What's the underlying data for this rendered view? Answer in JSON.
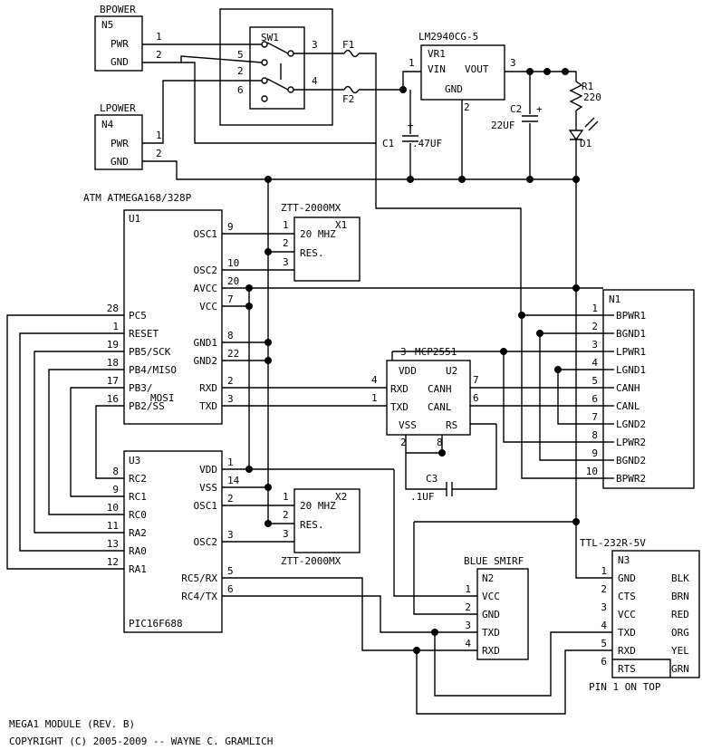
{
  "components": {
    "bpower": {
      "title": "BPOWER",
      "ref": "N5",
      "pins": [
        "PWR",
        "GND"
      ],
      "pin_numbers": [
        "1",
        "2"
      ]
    },
    "lpower": {
      "title": "LPOWER",
      "ref": "N4",
      "pins": [
        "PWR",
        "GND"
      ],
      "pin_numbers": [
        "1",
        "2"
      ]
    },
    "sw1": {
      "ref": "SW1",
      "pin_numbers": [
        "5",
        "2",
        "6",
        "3",
        "4"
      ]
    },
    "fuses": [
      "F1",
      "F2"
    ],
    "vr1": {
      "part": "LM2940CG-5",
      "ref": "VR1",
      "vin": "VIN",
      "vout": "VOUT",
      "gnd": "GND",
      "pin_vin": "1",
      "pin_vout": "3",
      "pin_gnd": "2"
    },
    "c1": {
      "ref": "C1",
      "value": ".47UF",
      "plus": "+"
    },
    "c2": {
      "ref": "C2",
      "value": "22UF",
      "plus": "+"
    },
    "r1": {
      "ref": "R1",
      "value": "220"
    },
    "d1": {
      "ref": "D1"
    },
    "u1": {
      "title": "ATM ATMEGA168/328P",
      "ref": "U1",
      "right_pins": [
        {
          "num": "9",
          "label": "OSC1"
        },
        {
          "num": "10",
          "label": "OSC2"
        },
        {
          "num": "20",
          "label": "AVCC"
        },
        {
          "num": "7",
          "label": "VCC"
        },
        {
          "num": "8",
          "label": "GND1"
        },
        {
          "num": "22",
          "label": "GND2"
        },
        {
          "num": "2",
          "label": "RXD"
        },
        {
          "num": "3",
          "label": "TXD"
        }
      ],
      "left_pins": [
        {
          "num": "28",
          "label": "PC5"
        },
        {
          "num": "1",
          "label": "RESET"
        },
        {
          "num": "19",
          "label": "PB5/SCK"
        },
        {
          "num": "18",
          "label": "PB4/MISO"
        },
        {
          "num": "17",
          "label": "PB3/"
        },
        {
          "num": "16",
          "label": "PB2/SS"
        }
      ],
      "mosi_label": "MOSI"
    },
    "x1": {
      "part": "ZTT-2000MX",
      "ref": "X1",
      "freq": "20 MHZ",
      "res": "RES.",
      "pin_numbers": [
        "1",
        "2",
        "3"
      ]
    },
    "x2": {
      "part": "ZTT-2000MX",
      "ref": "X2",
      "freq": "20 MHZ",
      "res": "RES.",
      "pin_numbers": [
        "1",
        "2",
        "3"
      ]
    },
    "u2": {
      "part": "MCP2551",
      "ref": "U2",
      "vdd": "VDD",
      "rxd": "RXD",
      "txd": "TXD",
      "vss": "VSS",
      "canh": "CANH",
      "canl": "CANL",
      "rs": "RS",
      "pin_vdd": "3",
      "pin_rxd": "4",
      "pin_txd": "1",
      "pin_vss": "2",
      "pin_rs": "8",
      "pin_canh": "7",
      "pin_canl": "6"
    },
    "c3": {
      "ref": "C3",
      "value": ".1UF"
    },
    "n1": {
      "ref": "N1",
      "pins": [
        {
          "num": "1",
          "label": "BPWR1"
        },
        {
          "num": "2",
          "label": "BGND1"
        },
        {
          "num": "3",
          "label": "LPWR1"
        },
        {
          "num": "4",
          "label": "LGND1"
        },
        {
          "num": "5",
          "label": "CANH"
        },
        {
          "num": "6",
          "label": "CANL"
        },
        {
          "num": "7",
          "label": "LGND2"
        },
        {
          "num": "8",
          "label": "LPWR2"
        },
        {
          "num": "9",
          "label": "BGND2"
        },
        {
          "num": "10",
          "label": "BPWR2"
        }
      ]
    },
    "u3": {
      "ref": "U3",
      "part": "PIC16F688",
      "right_pins": [
        {
          "num": "1",
          "label": "VDD"
        },
        {
          "num": "14",
          "label": "VSS"
        },
        {
          "num": "2",
          "label": "OSC1"
        },
        {
          "num": "3",
          "label": "OSC2"
        },
        {
          "num": "5",
          "label": "RC5/RX"
        },
        {
          "num": "6",
          "label": "RC4/TX"
        }
      ],
      "left_pins": [
        {
          "num": "8",
          "label": "RC2"
        },
        {
          "num": "9",
          "label": "RC1"
        },
        {
          "num": "10",
          "label": "RC0"
        },
        {
          "num": "11",
          "label": "RA2"
        },
        {
          "num": "13",
          "label": "RA0"
        },
        {
          "num": "12",
          "label": "RA1"
        }
      ]
    },
    "n2": {
      "title": "BLUE SMIRF",
      "ref": "N2",
      "pins": [
        {
          "num": "1",
          "label": "VCC"
        },
        {
          "num": "2",
          "label": "GND"
        },
        {
          "num": "3",
          "label": "TXD"
        },
        {
          "num": "4",
          "label": "RXD"
        }
      ]
    },
    "n3": {
      "title": "TTL-232R-5V",
      "ref": "N3",
      "pins": [
        {
          "num": "1",
          "label": "GND",
          "color": "BLK"
        },
        {
          "num": "2",
          "label": "CTS",
          "color": "BRN"
        },
        {
          "num": "3",
          "label": "VCC",
          "color": "RED"
        },
        {
          "num": "4",
          "label": "TXD",
          "color": "ORG"
        },
        {
          "num": "5",
          "label": "RXD",
          "color": "YEL"
        },
        {
          "num": "6",
          "label": "RTS",
          "color": "GRN"
        }
      ],
      "note": "PIN 1 ON TOP"
    }
  },
  "footer": {
    "line1": "MEGA1 MODULE (REV. B)",
    "line2": "COPYRIGHT (C) 2005-2009 -- WAYNE C. GRAMLICH"
  }
}
